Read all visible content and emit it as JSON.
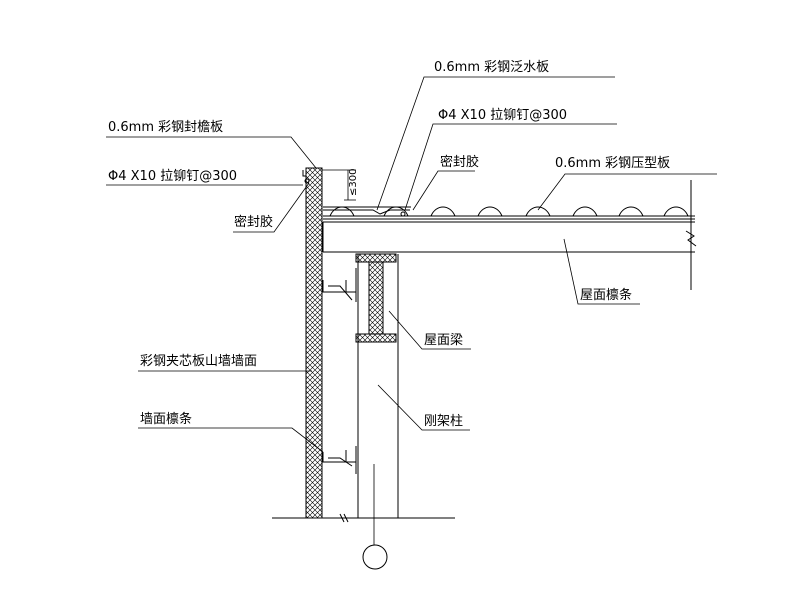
{
  "labels": {
    "flashing": "0.6mm 彩钢泛水板",
    "eave_board": "0.6mm 彩钢封檐板",
    "rivet_left": "Φ4 X10 拉铆钉@300",
    "rivet_top": "Φ4 X10 拉铆钉@300",
    "sealant_left": "密封胶",
    "sealant_top": "密封胶",
    "roof_panel": "0.6mm 彩钢压型板",
    "roof_purlin": "屋面檩条",
    "roof_beam": "屋面梁",
    "wall_panel": "彩钢夹芯板山墙墙面",
    "wall_purlin": "墙面檩条",
    "rigid_column": "刚架柱"
  },
  "dimension": {
    "value": "≤300"
  }
}
